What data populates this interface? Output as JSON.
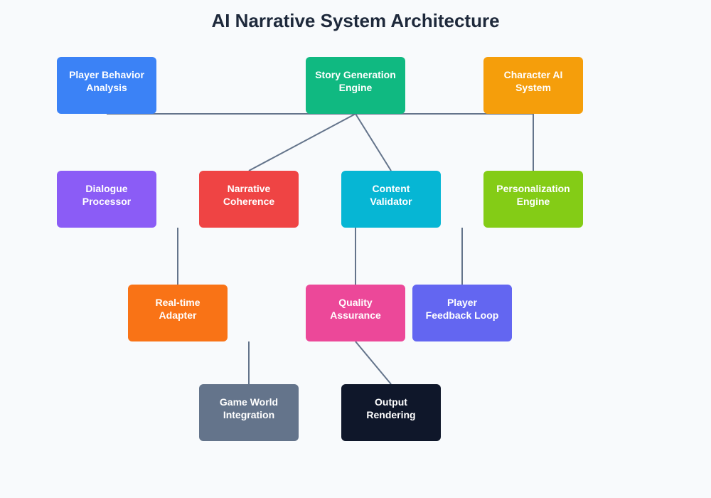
{
  "title": "AI Narrative System Architecture",
  "edge_color": "#64748b",
  "nodes": [
    {
      "id": "player-behavior",
      "label": "Player Behavior\nAnalysis",
      "color": "#3b82f6"
    },
    {
      "id": "story-generation",
      "label": "Story Generation\nEngine",
      "color": "#10b981"
    },
    {
      "id": "character-ai",
      "label": "Character AI\nSystem",
      "color": "#f59e0b"
    },
    {
      "id": "dialogue-processor",
      "label": "Dialogue\nProcessor",
      "color": "#8b5cf6"
    },
    {
      "id": "narrative-coherence",
      "label": "Narrative\nCoherence",
      "color": "#ef4444"
    },
    {
      "id": "content-validator",
      "label": "Content\nValidator",
      "color": "#06b6d4"
    },
    {
      "id": "personalization-engine",
      "label": "Personalization\nEngine",
      "color": "#84cc16"
    },
    {
      "id": "realtime-adapter",
      "label": "Real-time\nAdapter",
      "color": "#f97316"
    },
    {
      "id": "quality-assurance",
      "label": "Quality\nAssurance",
      "color": "#ec4899"
    },
    {
      "id": "player-feedback-loop",
      "label": "Player\nFeedback Loop",
      "color": "#6366f1"
    },
    {
      "id": "game-world-integration",
      "label": "Game World\nIntegration",
      "color": "#64748b"
    },
    {
      "id": "output-rendering",
      "label": "Output\nRendering",
      "color": "#0f172a"
    }
  ],
  "edges": [
    {
      "from": "player-behavior",
      "to": "story-generation"
    },
    {
      "from": "story-generation",
      "to": "narrative-coherence"
    },
    {
      "from": "story-generation",
      "to": "content-validator"
    },
    {
      "from": "story-generation",
      "to": "character-ai"
    },
    {
      "from": "character-ai",
      "to": "personalization-engine"
    },
    {
      "from": "dialogue-processor",
      "to": "realtime-adapter"
    },
    {
      "from": "content-validator",
      "to": "quality-assurance"
    },
    {
      "from": "personalization-engine",
      "to": "player-feedback-loop"
    },
    {
      "from": "realtime-adapter",
      "to": "game-world-integration"
    },
    {
      "from": "quality-assurance",
      "to": "output-rendering"
    }
  ]
}
